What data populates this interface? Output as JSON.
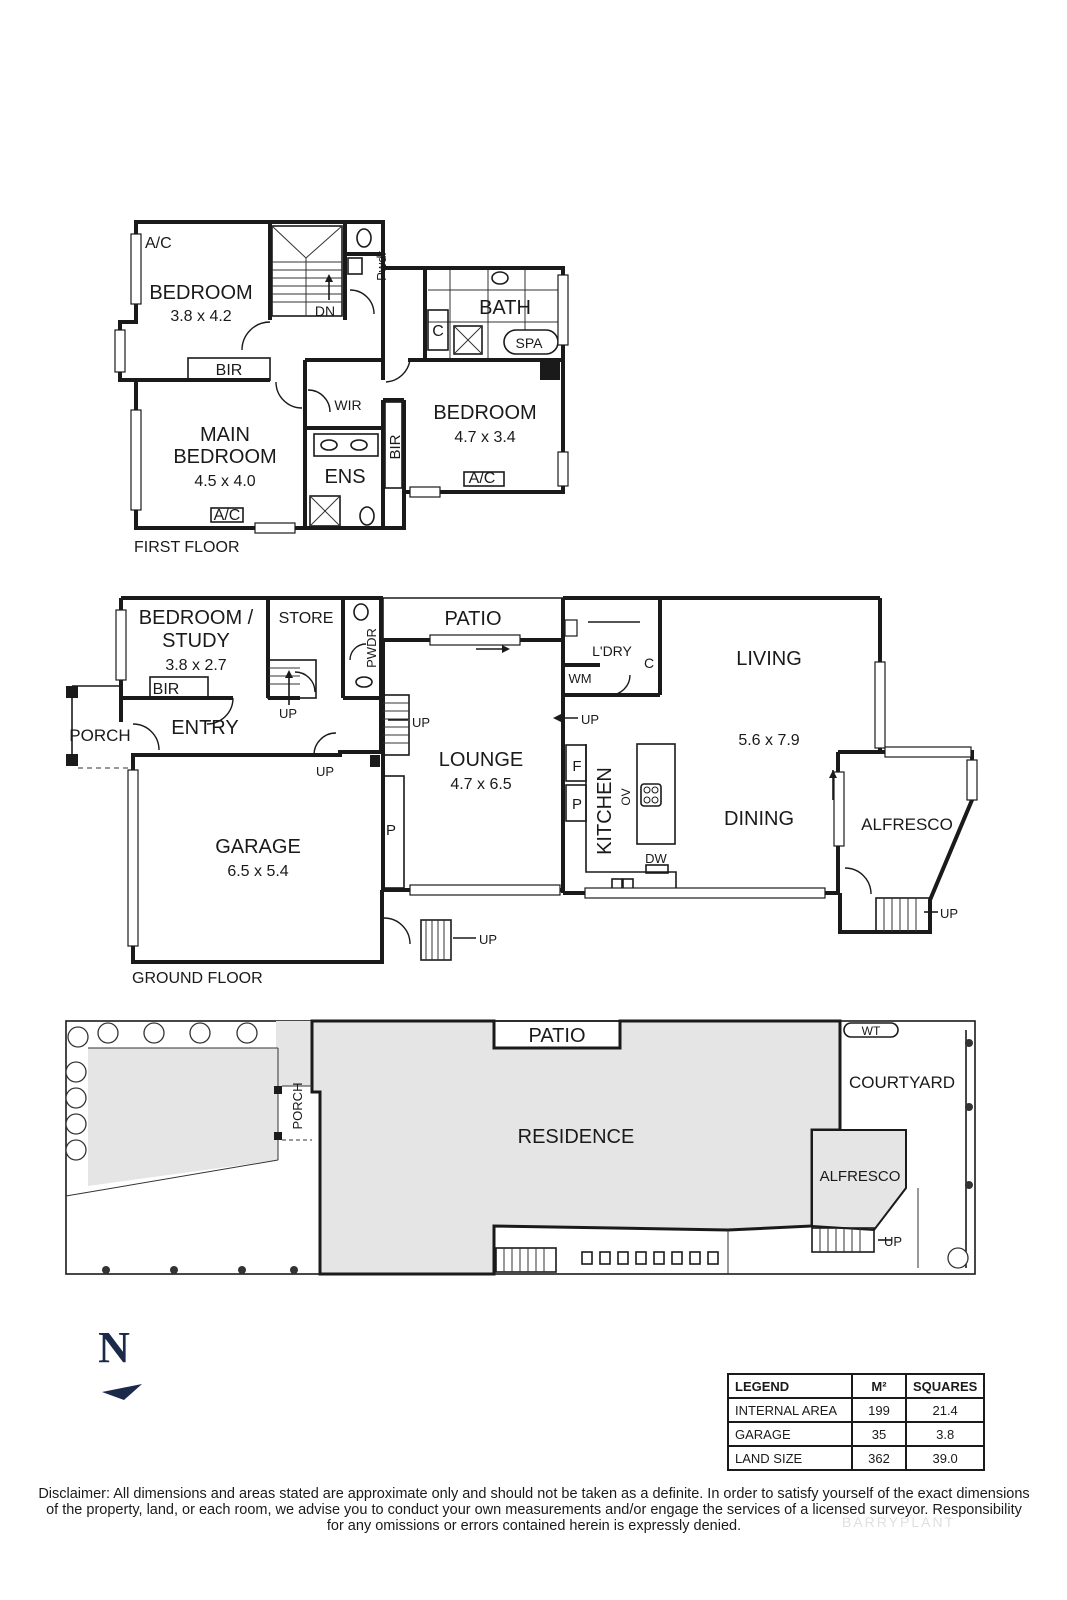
{
  "first_floor": {
    "caption": "FIRST FLOOR",
    "bedroom_1": {
      "name": "BEDROOM",
      "size": "3.8 x 4.2"
    },
    "ac_1": "A/C",
    "bir_1": "BIR",
    "stair_dn": "DN",
    "pwdr": "Pwdr",
    "c": "C",
    "bath": "BATH",
    "spa": "SPA",
    "wir": "WIR",
    "main_bedroom": {
      "name_line1": "MAIN",
      "name_line2": "BEDROOM",
      "size": "4.5 x 4.0"
    },
    "ac_2": "A/C",
    "ens": "ENS",
    "bir_2": "BIR",
    "bedroom_2": {
      "name": "BEDROOM",
      "size": "4.7 x 3.4"
    },
    "ac_3": "A/C"
  },
  "ground_floor": {
    "caption": "GROUND FLOOR",
    "bedroom_study": {
      "name_line1": "BEDROOM /",
      "name_line2": "STUDY",
      "size": "3.8 x 2.7"
    },
    "bir": "BIR",
    "store": "STORE",
    "pwdr": "PWDR",
    "up_stair": "UP",
    "entry": "ENTRY",
    "porch": "PORCH",
    "up_entry": "UP",
    "patio": "PATIO",
    "up_lounge": "UP",
    "lounge": {
      "name": "LOUNGE",
      "size": "4.7 x 6.5"
    },
    "p_lounge": "P",
    "garage": {
      "name": "GARAGE",
      "size": "6.5 x 5.4"
    },
    "up_rear": "UP",
    "ldry": "L'DRY",
    "c": "C",
    "wm": "WM",
    "up_kitchen": "UP",
    "f": "F",
    "p_kitchen": "P",
    "kitchen": "KITCHEN",
    "ov": "OV",
    "dw": "DW",
    "living": "LIVING",
    "living_size": "5.6 x 7.9",
    "dining": "DINING",
    "alfresco": "ALFRESCO",
    "up_alfresco": "UP"
  },
  "site_plan": {
    "patio": "PATIO",
    "wt": "WT",
    "courtyard": "COURTYARD",
    "porch": "PORCH",
    "residence": "RESIDENCE",
    "alfresco": "ALFRESCO",
    "up": "UP"
  },
  "north_label": "N",
  "legend": {
    "headers": [
      "LEGEND",
      "M²",
      "SQUARES"
    ],
    "rows": [
      {
        "label": "INTERNAL AREA",
        "m2": "199",
        "squares": "21.4"
      },
      {
        "label": "GARAGE",
        "m2": "35",
        "squares": "3.8"
      },
      {
        "label": "LAND SIZE",
        "m2": "362",
        "squares": "39.0"
      }
    ]
  },
  "disclaimer": {
    "line1": "Disclaimer: All dimensions and areas stated are approximate only and should not be taken as a definite. In order to satisfy yourself of the exact dimensions",
    "line2": "of the property, land, or each room, we advise you to conduct your own measurements and/or engage the services of a licensed surveyor. Responsibility",
    "line3": "for any omissions or errors contained herein is expressly denied."
  },
  "watermark": "BARRYPLANT"
}
